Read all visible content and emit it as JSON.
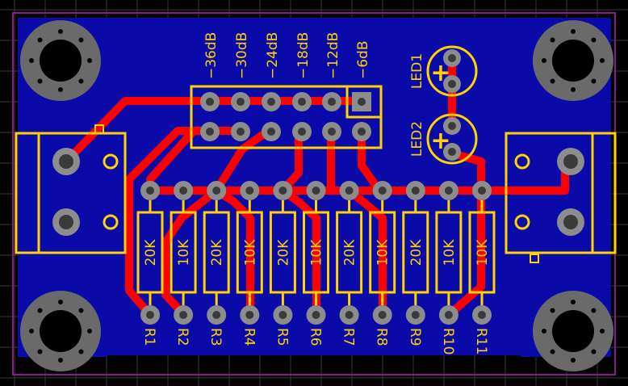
{
  "colors": {
    "background": "#000000",
    "grid": "#3a3a3a",
    "outline": "#8a1a8a",
    "copper_fill": "#0a0aa8",
    "trace": "#ff0000",
    "silkscreen": "#ffd200",
    "pad": "#8c8c8c",
    "drill": "#3a3a3a",
    "mount_hole": "#6a6a6a"
  },
  "switch_labels": [
    "−36dB",
    "−30dB",
    "−24dB",
    "−18dB",
    "−12dB",
    "−6dB"
  ],
  "resistors": [
    {
      "designator": "R1",
      "value": "20K"
    },
    {
      "designator": "R2",
      "value": "10K"
    },
    {
      "designator": "R3",
      "value": "20K"
    },
    {
      "designator": "R4",
      "value": "10K"
    },
    {
      "designator": "R5",
      "value": "20K"
    },
    {
      "designator": "R6",
      "value": "10K"
    },
    {
      "designator": "R7",
      "value": "20K"
    },
    {
      "designator": "R8",
      "value": "10K"
    },
    {
      "designator": "R9",
      "value": "20K"
    },
    {
      "designator": "R10",
      "value": "10K"
    },
    {
      "designator": "R11",
      "value": "10K"
    }
  ],
  "leds": [
    {
      "designator": "LED1",
      "polarity": "+"
    },
    {
      "designator": "LED2",
      "polarity": "+"
    }
  ],
  "mount_holes": [
    "top-left",
    "top-right",
    "bottom-left",
    "bottom-right"
  ],
  "connectors": [
    "left-connector",
    "right-connector"
  ]
}
